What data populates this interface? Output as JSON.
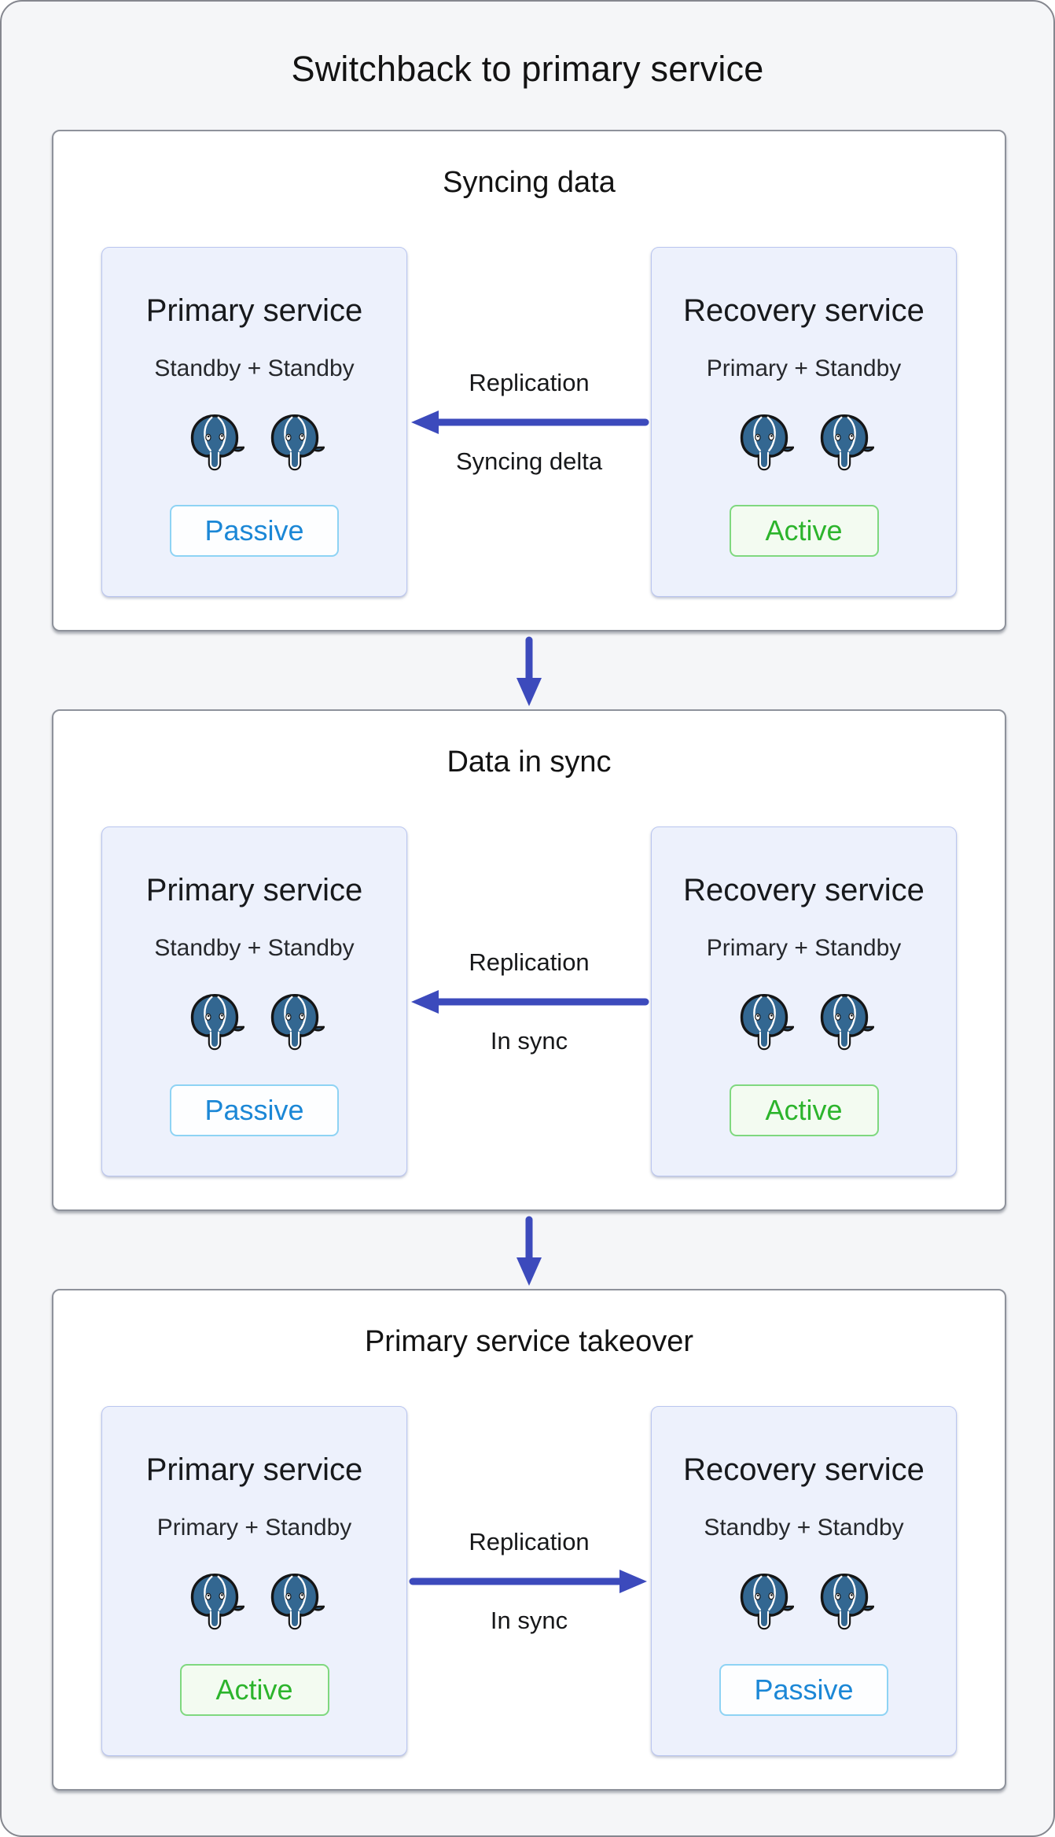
{
  "title": "Switchback to primary service",
  "accent_colors": {
    "arrow_blue": "#3c4abc",
    "postgres_blue": "#336791",
    "active_text": "#2cb42c",
    "active_border": "#7fd87f",
    "active_bg": "#f3fbf1",
    "passive_text": "#1b87d6",
    "passive_border": "#8ed3f4",
    "service_box_bg": "#edf1fc",
    "service_box_border": "#bac6f0"
  },
  "stages": [
    {
      "header": "Syncing data",
      "arrow": {
        "label_top": "Replication",
        "label_bottom": "Syncing delta",
        "direction": "left"
      },
      "left": {
        "title": "Primary service",
        "subtitle": "Standby + Standby",
        "badge": "Passive",
        "badge_type": "passive"
      },
      "right": {
        "title": "Recovery service",
        "subtitle": "Primary + Standby",
        "badge": "Active",
        "badge_type": "active"
      }
    },
    {
      "header": "Data in sync",
      "arrow": {
        "label_top": "Replication",
        "label_bottom": "In sync",
        "direction": "left"
      },
      "left": {
        "title": "Primary service",
        "subtitle": "Standby + Standby",
        "badge": "Passive",
        "badge_type": "passive"
      },
      "right": {
        "title": "Recovery service",
        "subtitle": "Primary + Standby",
        "badge": "Active",
        "badge_type": "active"
      }
    },
    {
      "header": "Primary service takeover",
      "arrow": {
        "label_top": "Replication",
        "label_bottom": "In sync",
        "direction": "right"
      },
      "left": {
        "title": "Primary service",
        "subtitle": "Primary + Standby",
        "badge": "Active",
        "badge_type": "active"
      },
      "right": {
        "title": "Recovery service",
        "subtitle": "Standby + Standby",
        "badge": "Passive",
        "badge_type": "passive"
      }
    }
  ]
}
